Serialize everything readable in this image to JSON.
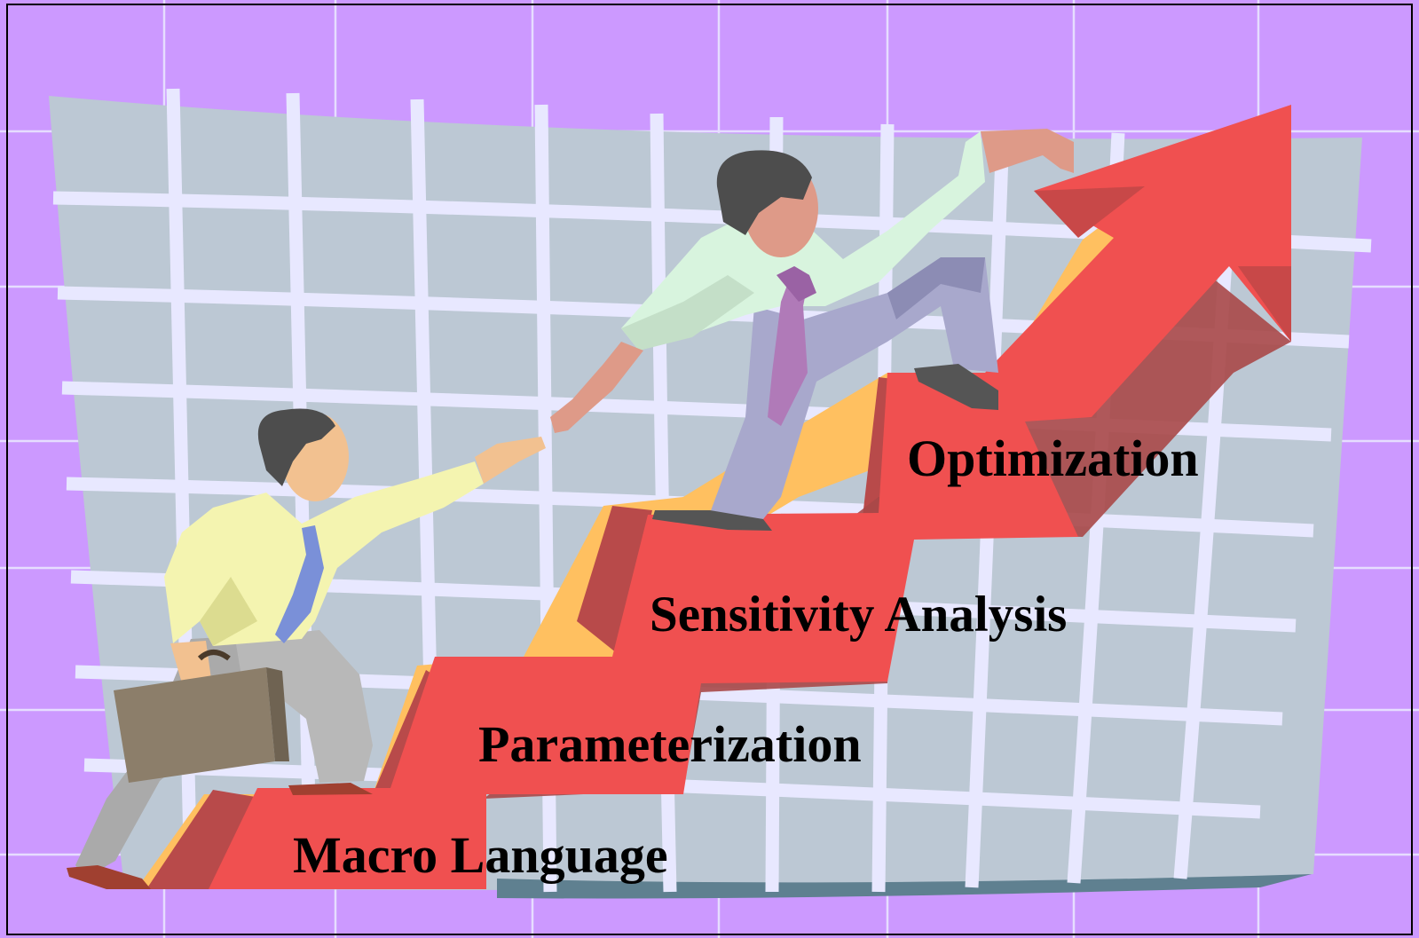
{
  "steps": [
    {
      "label": "Macro Language"
    },
    {
      "label": "Parameterization"
    },
    {
      "label": "Sensitivity Analysis"
    },
    {
      "label": "Optimization"
    }
  ],
  "colors": {
    "background_purple": "#cc99ff",
    "grid_panel": "#bcc8d4",
    "grid_lines": "#e8e8ff",
    "arrow_red": "#f05050",
    "arrow_shadow": "#b84a4a",
    "arrow_edge": "#ffc060"
  },
  "illustration": {
    "figures": [
      "businessman-climbing-with-briefcase",
      "businessman-reaching-down-to-help"
    ],
    "icons": [
      "briefcase-icon",
      "upward-arrow-icon"
    ]
  }
}
